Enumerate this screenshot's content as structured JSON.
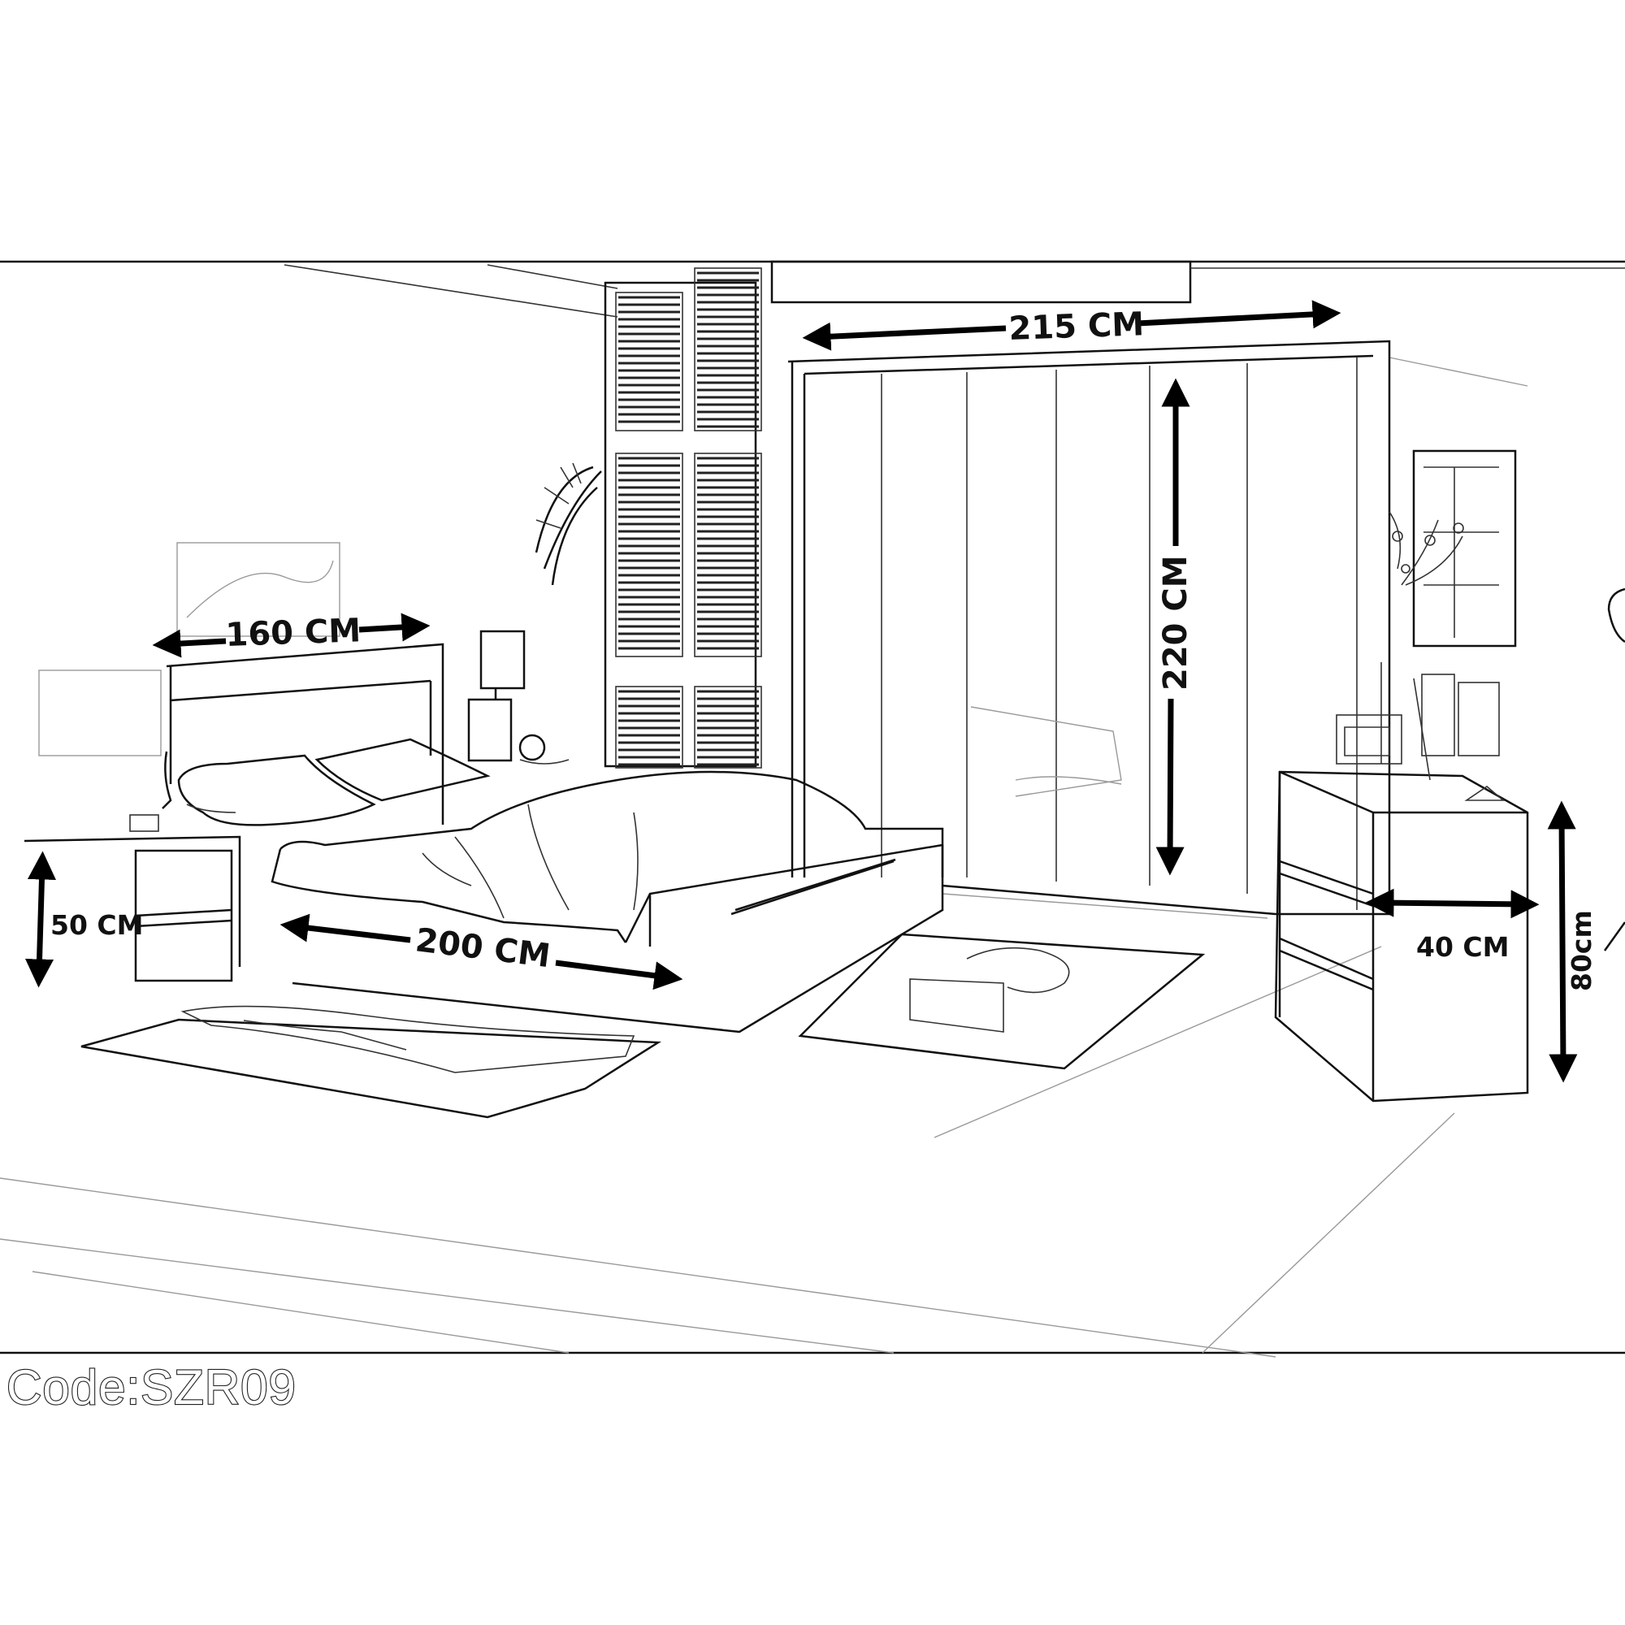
{
  "dimensions": {
    "headboard_width": "160 CM",
    "bed_length": "200 CM",
    "nightstand_height": "50 CM",
    "wardrobe_width": "215 CM",
    "wardrobe_height": "220 CM",
    "dresser_depth": "40 CM",
    "dresser_height": "80cm"
  },
  "code_label": "Code:SZR09",
  "colors": {
    "line": "#111111",
    "background": "#ffffff"
  }
}
